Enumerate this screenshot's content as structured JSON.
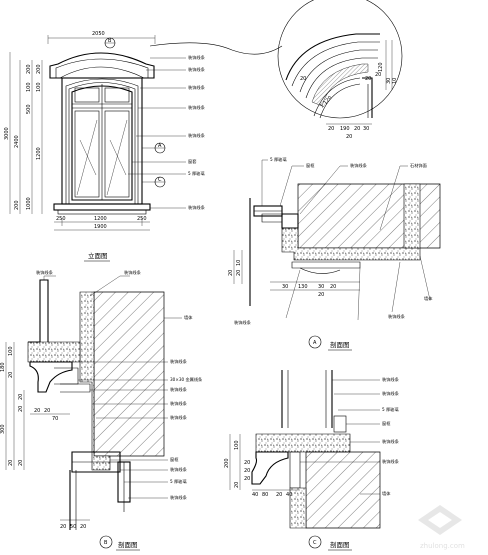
{
  "elevation": {
    "title": "立面图",
    "top_width": "2050",
    "dims_left_outer": [
      "3000",
      "2400",
      "200"
    ],
    "dims_left_inner": [
      "200",
      "200",
      "100",
      "100",
      "500",
      "1200",
      "1000"
    ],
    "dims_bottom": [
      "250",
      "1200",
      "250"
    ],
    "dim_bottom_total": "1900",
    "marks": [
      {
        "num": "B",
        "sheet": "—"
      },
      {
        "num": "A",
        "sheet": "—"
      },
      {
        "num": "C",
        "sheet": "—"
      }
    ],
    "callouts": [
      "装饰线条",
      "装饰线条",
      "装饰线条",
      "装饰线条",
      "装饰线条",
      "窗套",
      "5 厚玻璃",
      "装饰线条"
    ]
  },
  "detail_top": {
    "dims_right": [
      "120",
      "30",
      "10"
    ],
    "dims_bottom": [
      "20",
      "190",
      "20",
      "30"
    ],
    "dim_bottom_total": "20",
    "dim_radius": "1.120",
    "dim_small": [
      "20",
      "20",
      "20"
    ]
  },
  "section_a": {
    "mark": "A",
    "title": "剖面图",
    "callouts_top": [
      "5 厚玻璃",
      "窗框",
      "装饰线条",
      "石材饰面"
    ],
    "callouts_right": [
      "墙体",
      "装饰线条",
      "装饰线条"
    ],
    "dims_bottom": [
      "30",
      "130",
      "30",
      "20"
    ],
    "dim_bottom_total": "20",
    "dims_left": [
      "20",
      "20",
      "10"
    ]
  },
  "section_b": {
    "mark": "B",
    "title": "剖面图",
    "callouts_top": [
      "装饰线条",
      "装饰线条"
    ],
    "callouts_right": [
      "墙体",
      "装饰线条",
      "30×30 金属线条",
      "装饰线条",
      "装饰线条",
      "装饰线条",
      "窗框",
      "装饰线条",
      "5 厚玻璃",
      "装饰线条"
    ],
    "dims_left_outer": [
      "180",
      "300"
    ],
    "dims_left_inner": [
      "100",
      "20",
      "20",
      "20",
      "20",
      "20"
    ],
    "dims_bottom": [
      "20",
      "50",
      "20"
    ],
    "dims_mid": [
      "20",
      "20",
      "70"
    ]
  },
  "section_c": {
    "mark": "C",
    "title": "剖面图",
    "callouts_right": [
      "装饰线条",
      "装饰线条",
      "5 厚玻璃",
      "窗框",
      "装饰线条",
      "装饰线条",
      "墙体"
    ],
    "dims_left": [
      "200",
      "100",
      "20"
    ],
    "dims_bottom": [
      "40",
      "80",
      "20",
      "40"
    ],
    "dims_left_small": [
      "20",
      "20",
      "20"
    ]
  },
  "watermark": "zhulong.com"
}
